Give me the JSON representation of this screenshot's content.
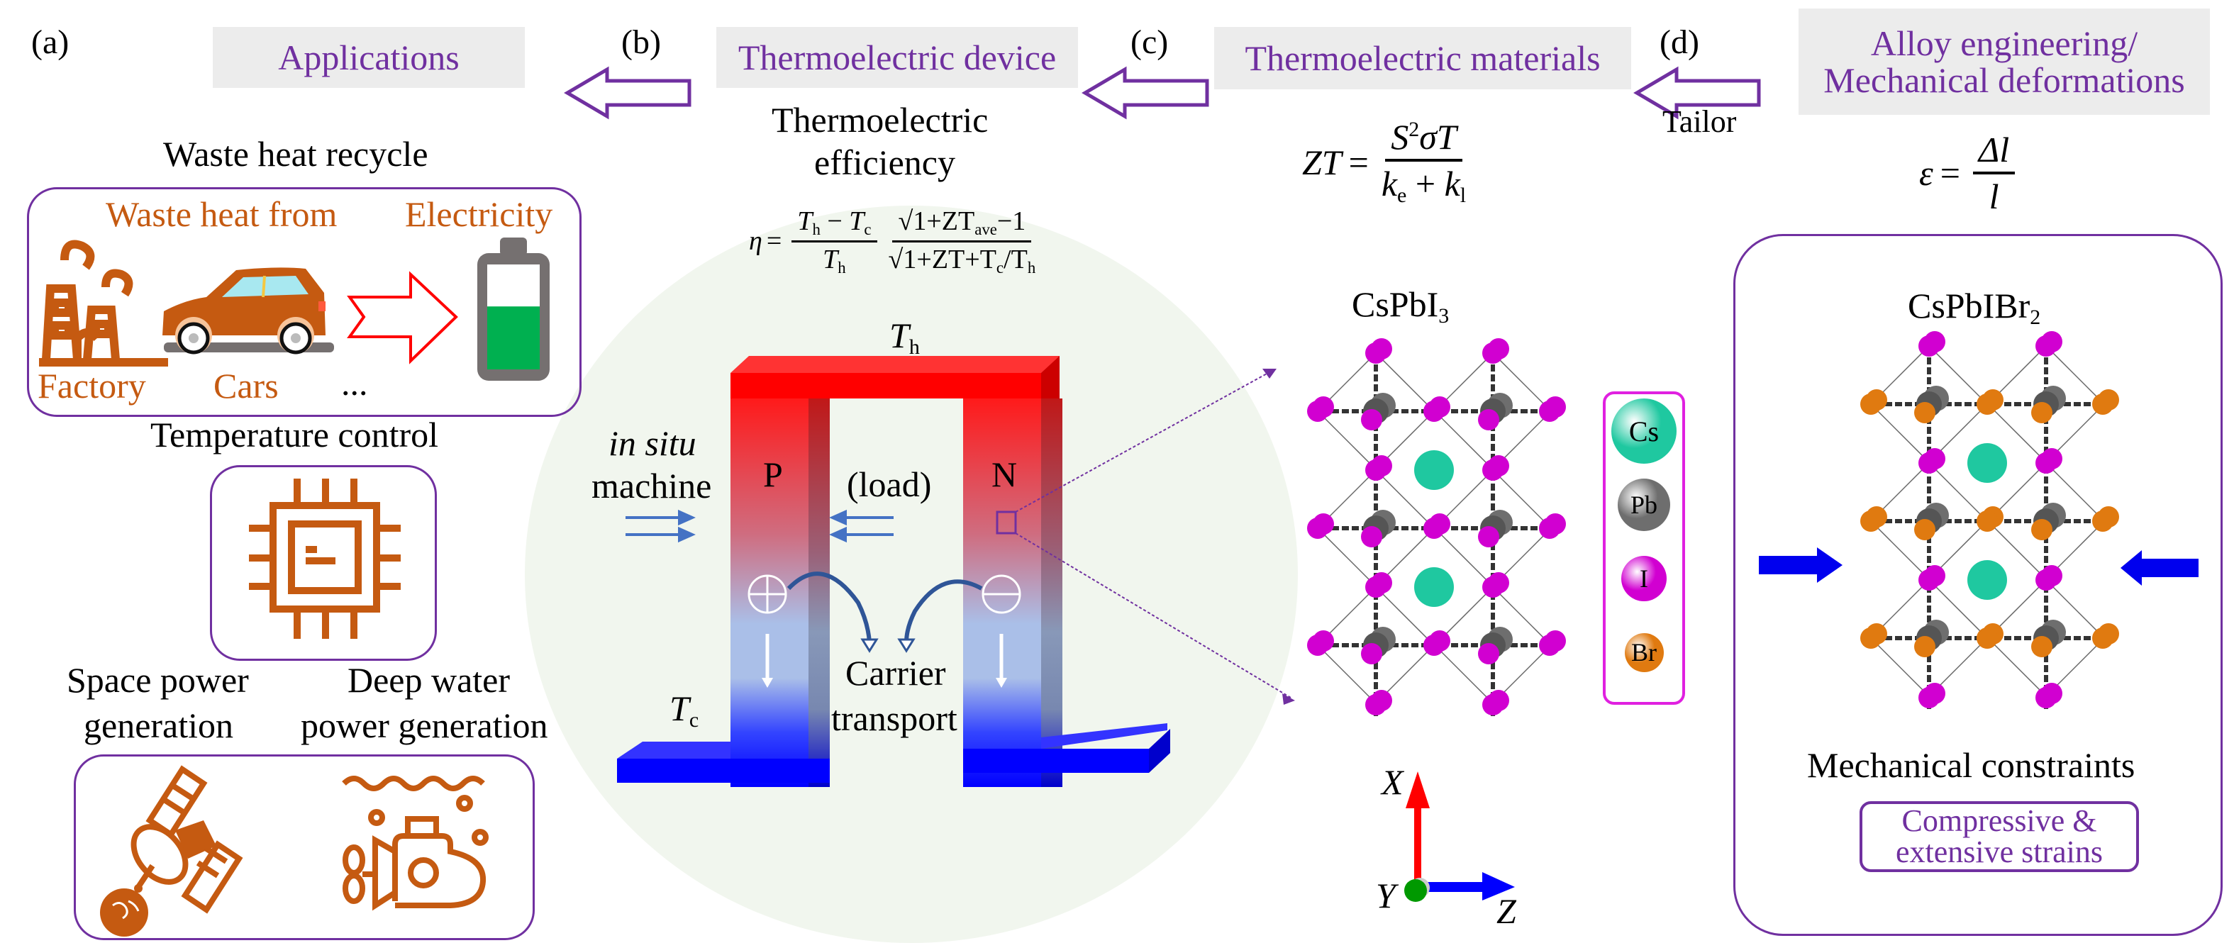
{
  "panels": {
    "a": {
      "label": "(a)",
      "header": "Applications",
      "waste_heat": {
        "title": "Waste heat recycle",
        "source_label": "Waste heat from",
        "output_label": "Electricity",
        "items": [
          "Factory",
          "Cars",
          "..."
        ],
        "battery_fill_fraction": 0.6
      },
      "temperature_control": {
        "title": "Temperature control"
      },
      "space": {
        "title_line1": "Space power",
        "title_line2": "generation"
      },
      "deep_water": {
        "title_line1": "Deep water",
        "title_line2": "power generation"
      }
    },
    "b": {
      "label": "(b)",
      "header": "Thermoelectric device",
      "efficiency_title_line1": "Thermoelectric",
      "efficiency_title_line2": "efficiency",
      "formula": {
        "lhs": "η",
        "eq": "=",
        "f1_num_a": "T",
        "f1_num_a_sub": "h",
        "f1_minus": " − ",
        "f1_num_b": "T",
        "f1_num_b_sub": "c",
        "f1_den": "T",
        "f1_den_sub": "h",
        "f2_num": "√1+ZT",
        "f2_num_sub": "ave",
        "f2_num_tail": "−1",
        "f2_den": "√1+ZT+T",
        "f2_den_sub": "c",
        "f2_den_tail": "/T",
        "f2_den_tail_sub": "h"
      },
      "device": {
        "hot_label": "T",
        "hot_sub": "h",
        "cold_label": "T",
        "cold_sub": "c",
        "p_leg": "P",
        "n_leg": "N",
        "load": "(load)",
        "in_situ": "in situ",
        "machine": "machine",
        "carrier_line1": "Carrier",
        "carrier_line2": "transport",
        "hole_symbol": "⊕",
        "electron_symbol": "⊖"
      }
    },
    "c": {
      "label": "(c)",
      "header": "Thermoelectric materials",
      "formula": {
        "lhs": "ZT",
        "eq": "=",
        "num_s": "S",
        "num_sup": "2",
        "num_rest": "σT",
        "den_a": "k",
        "den_a_sub": "e",
        "den_plus": " + ",
        "den_b": "k",
        "den_b_sub": "l"
      },
      "structure_title": "CsPbI",
      "structure_sub": "3",
      "legend": [
        {
          "symbol": "Cs",
          "color": "#1fc8a0"
        },
        {
          "symbol": "Pb",
          "color": "#6e6e6e"
        },
        {
          "symbol": "I",
          "color": "#d100d1"
        },
        {
          "symbol": "Br",
          "color": "#e07a10"
        }
      ],
      "axes": {
        "x": "X",
        "y": "Y",
        "z": "Z"
      }
    },
    "d": {
      "label": "(d)",
      "header_line1": "Alloy engineering/",
      "header_line2": "Mechanical deformations",
      "arrow_label": "Tailor",
      "formula": {
        "lhs": "ε",
        "eq": "=",
        "num": "Δl",
        "den": "l"
      },
      "structure_title": "CsPbIBr",
      "structure_sub": "2",
      "constraints_title": "Mechanical constraints",
      "strain_line1": "Compressive &",
      "strain_line2": "extensive strains"
    }
  },
  "colors": {
    "accent_purple": "#7030a0",
    "icon_orange": "#c55a11",
    "header_bg": "#ececec",
    "hot_red": "#ff0000",
    "cold_blue": "#0000ff",
    "arrow_blue": "#0000ee",
    "disc_green": "#f1f6ee",
    "battery_green": "#00b050"
  }
}
